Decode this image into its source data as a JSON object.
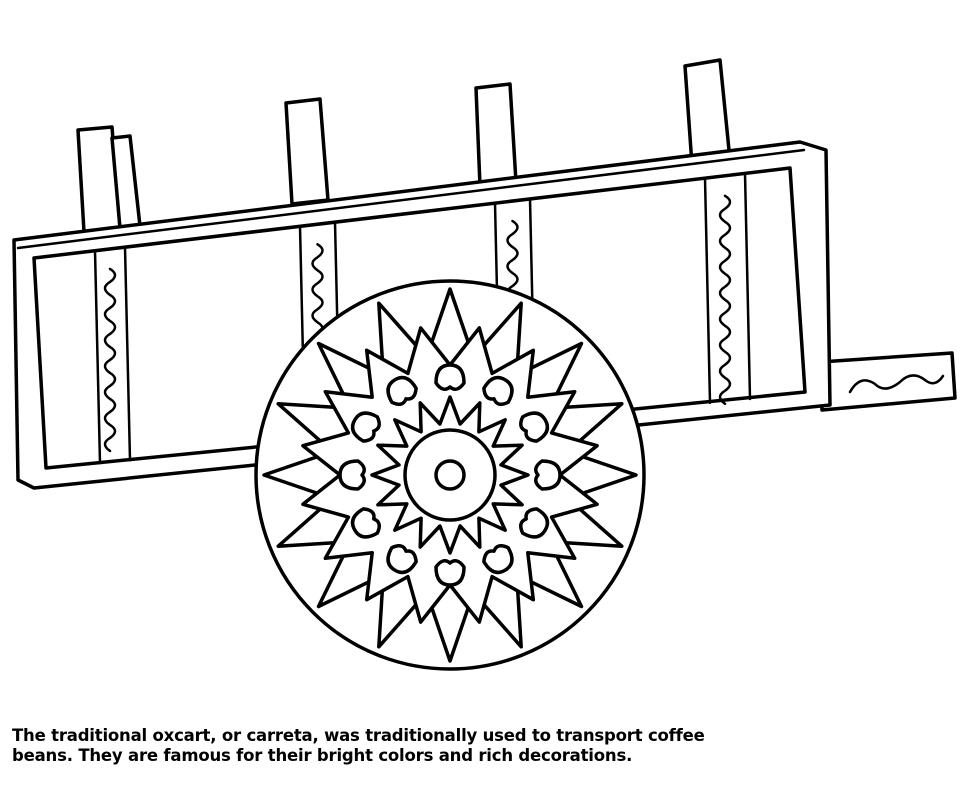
{
  "illustration": {
    "subject": "oxcart",
    "line_color": "#000000",
    "background": "#ffffff"
  },
  "caption": {
    "line1": "The traditional oxcart, or carreta, was traditionally used to transport coffee",
    "line2": "beans. They are famous for their bright colors and rich decorations."
  }
}
